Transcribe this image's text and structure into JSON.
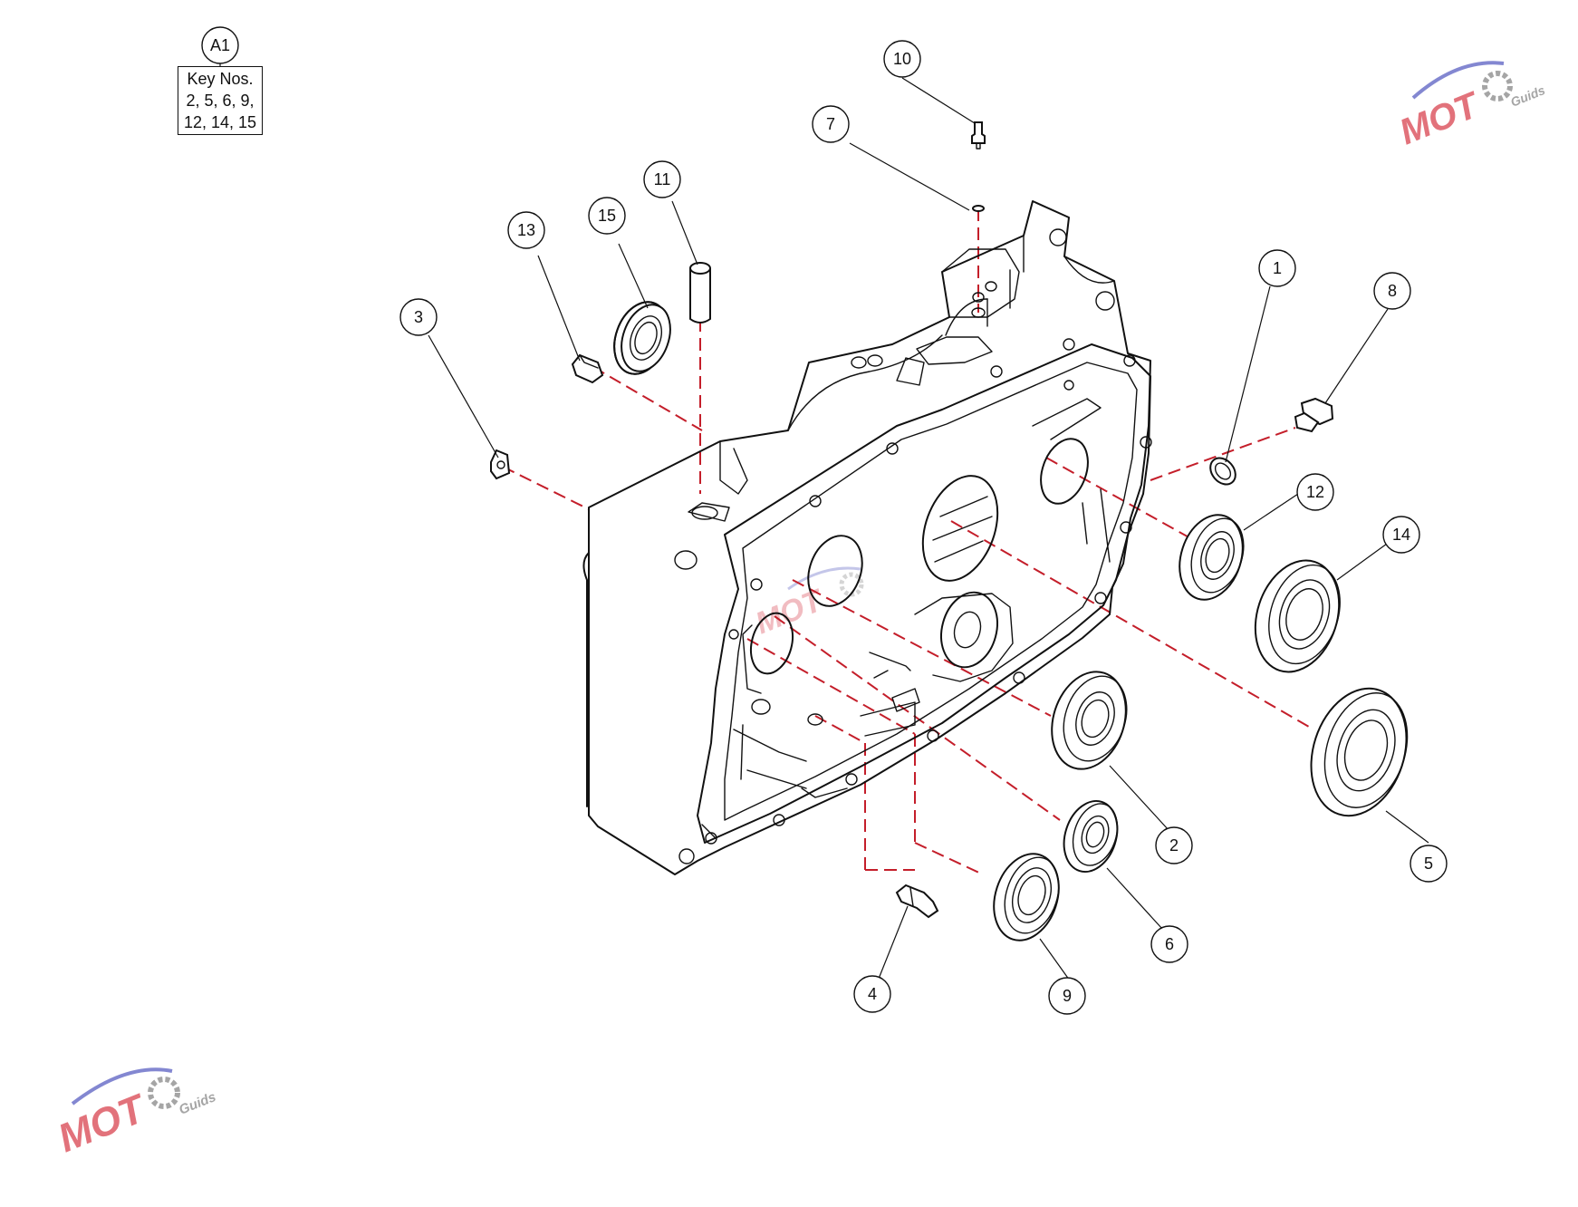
{
  "key_box": {
    "label": "A1",
    "lines": [
      "Key Nos.",
      "2, 5, 6, 9,",
      "12, 14, 15"
    ]
  },
  "callouts": [
    {
      "id": "c1",
      "label": "1"
    },
    {
      "id": "c2",
      "label": "2"
    },
    {
      "id": "c3",
      "label": "3"
    },
    {
      "id": "c4",
      "label": "4"
    },
    {
      "id": "c5",
      "label": "5"
    },
    {
      "id": "c6",
      "label": "6"
    },
    {
      "id": "c7",
      "label": "7"
    },
    {
      "id": "c8",
      "label": "8"
    },
    {
      "id": "c9",
      "label": "9"
    },
    {
      "id": "c10",
      "label": "10"
    },
    {
      "id": "c11",
      "label": "11"
    },
    {
      "id": "c12",
      "label": "12"
    },
    {
      "id": "c13",
      "label": "13"
    },
    {
      "id": "c14",
      "label": "14"
    },
    {
      "id": "c15",
      "label": "15"
    }
  ],
  "watermark": {
    "text_main": "MOTO",
    "text_sub": "Guids"
  },
  "colors": {
    "ink": "#111111",
    "assembly_line": "#c41e2a",
    "watermark_red": "#d9434f",
    "watermark_blue": "#5a5fc2"
  }
}
